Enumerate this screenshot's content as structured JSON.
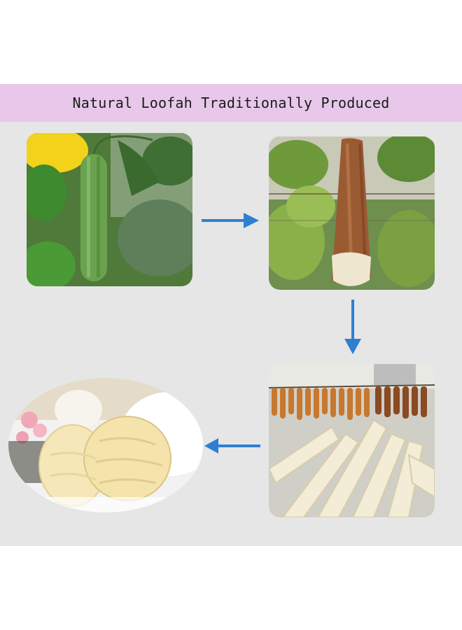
{
  "banner": {
    "title": "Natural Loofah Traditionally Produced",
    "background": "#e8c8ea"
  },
  "panel": {
    "background": "#e6e6e6"
  },
  "arrow_color": "#2f7fd0",
  "steps": [
    {
      "image": "loofah gourd growing on vine"
    },
    {
      "image": "dried loofah gourd hanging on vine"
    },
    {
      "image": "peeled loofah sponges drying"
    },
    {
      "image": "oval loofah sponge pads"
    }
  ]
}
